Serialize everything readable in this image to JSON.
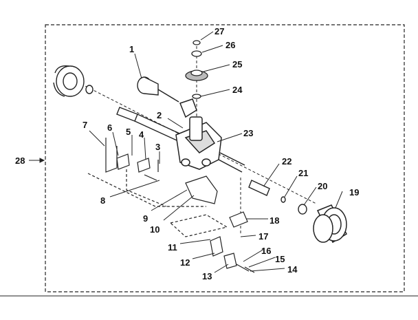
{
  "diagram": {
    "frame_label": "28",
    "part_numbers": {
      "p1": "1",
      "p2": "2",
      "p3": "3",
      "p4": "4",
      "p5": "5",
      "p6": "6",
      "p7": "7",
      "p8": "8",
      "p9": "9",
      "p10": "10",
      "p11": "11",
      "p12": "12",
      "p13": "13",
      "p14": "14",
      "p15": "15",
      "p16": "16",
      "p17": "17",
      "p18": "18",
      "p19": "19",
      "p20": "20",
      "p21": "21",
      "p22": "22",
      "p23": "23",
      "p24": "24",
      "p25": "25",
      "p26": "26",
      "p27": "27"
    }
  }
}
